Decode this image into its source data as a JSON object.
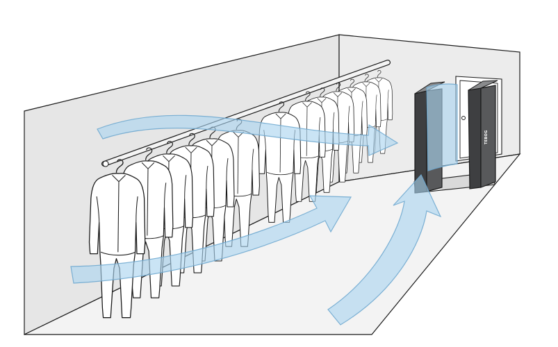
{
  "scene": {
    "description_key": "cleanroom-garment-airflow",
    "colors": {
      "wall": "#e6e6e6",
      "floor": "#f2f2f2",
      "airflow": "#a9d4ef",
      "unit": "#58595b"
    },
    "unit_logo": "TEBOG",
    "garment_count": 13
  }
}
